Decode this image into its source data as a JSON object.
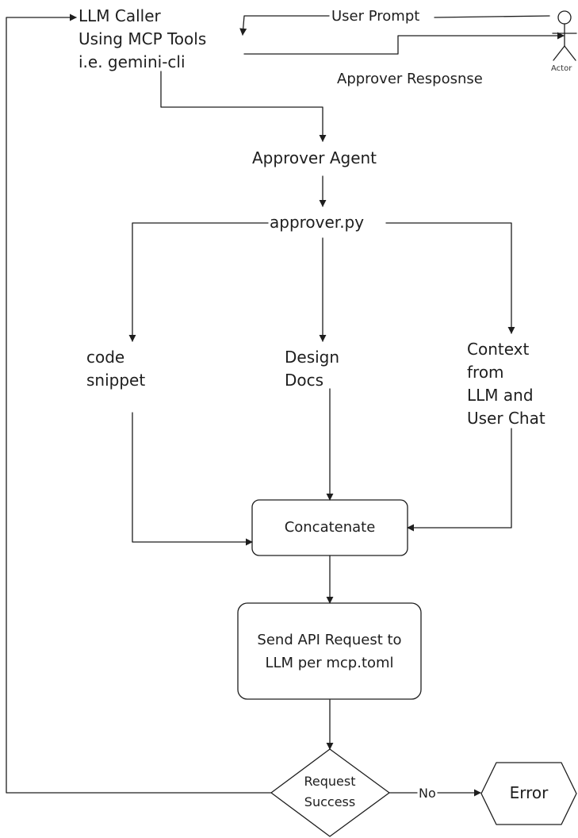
{
  "diagram": {
    "nodes": {
      "llm_caller": "LLM Caller\nUsing MCP Tools\ni.e. gemini-cli",
      "actor": "Actor",
      "approver_agent": "Approver Agent",
      "approver_py": "approver.py",
      "code_snippet": "code\nsnippet",
      "design_docs": "Design\nDocs",
      "context": "Context\nfrom\nLLM and\nUser Chat",
      "concatenate": "Concatenate",
      "send_api": "Send API Request to\nLLM per mcp.toml",
      "request_success": "Request\nSuccess",
      "error": "Error"
    },
    "edge_labels": {
      "user_prompt": "User Prompt",
      "approver_response": "Approver Resposnse",
      "no": "No"
    }
  }
}
